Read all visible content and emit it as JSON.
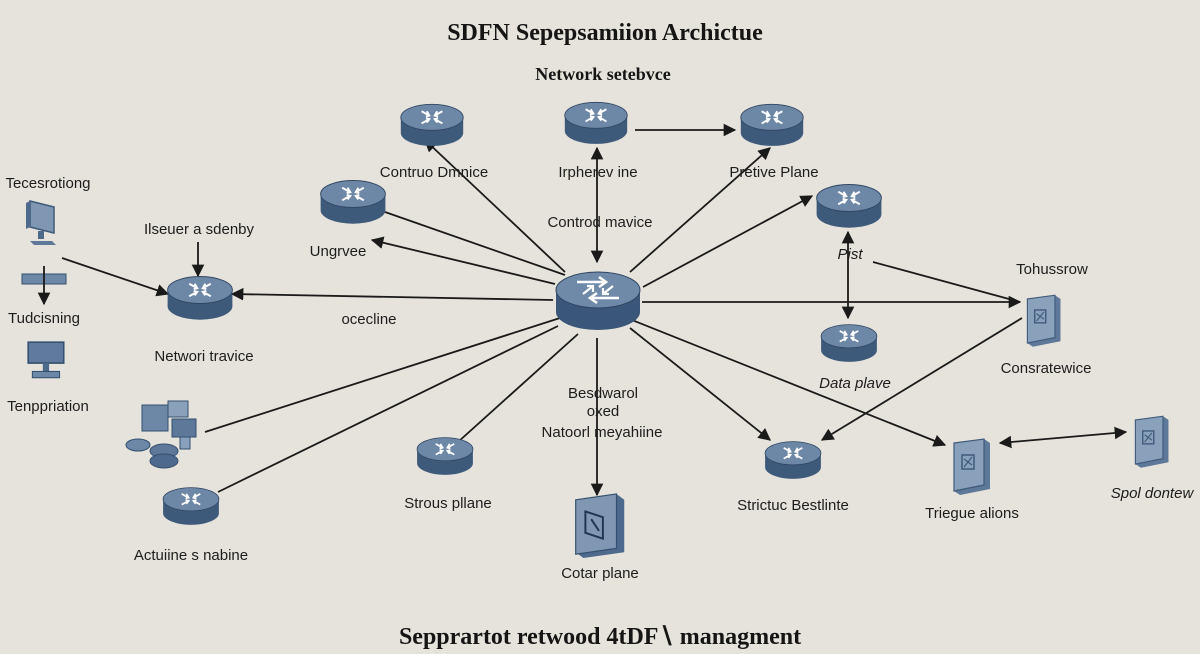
{
  "title": "SDFN Sepepsamiion Archictue",
  "subtitle": "Network setebvce",
  "footer": "Sepprartot retwood 4tDF∖ managment",
  "colors": {
    "background": "#e6e3dc",
    "device_top": "#6d87a6",
    "device_side": "#3e5a7b",
    "edge": "#1a1a1a"
  },
  "labels": {
    "contro_dmnice": "Contruo Dmnice",
    "irpherev": "Irpherev ine",
    "pretive_plane": "Pretive Plane",
    "contro_mavice": "Controd mavice",
    "tecesrotiong": "Tecesrotiong",
    "iseuera": "Ilseuer a sdenby",
    "ungrvee": "Ungrvee",
    "pist": "Pist",
    "tohussrow": "Tohussrow",
    "tudcisning": "Tudcisning",
    "ocecline": "ocecline",
    "networ_travice": "Networi travice",
    "consratewice": "Consratewice",
    "data_plave": "Data plave",
    "tenppriation": "Tenppriation",
    "besdwarol": "Besdwarol",
    "oxed": "oxed",
    "natoorl": "Natoorl meyahiine",
    "strous_pllane": "Strous pllane",
    "strictuc": "Strictuc Bestlinte",
    "triegue": "Triegue alions",
    "spol_dontew": "Spol dontew",
    "actuiine": "Actuiine s nabine",
    "cotar_plane": "Cotar plane"
  },
  "icons": {
    "router": "router-icon",
    "hub": "central-controller-icon",
    "monitor": "monitor-icon",
    "server": "server-icon",
    "document": "document-icon",
    "database": "database-icon"
  }
}
